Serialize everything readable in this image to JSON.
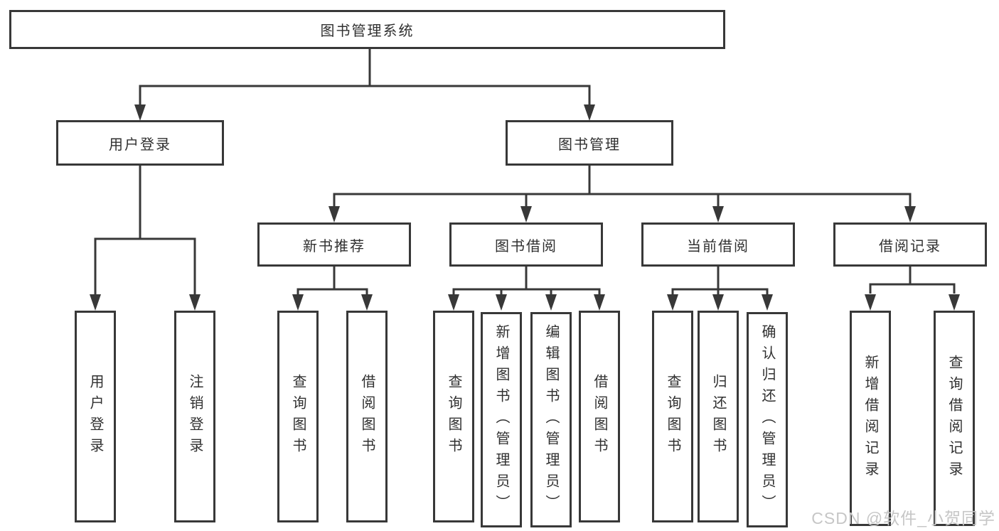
{
  "diagram_title": "图书管理系统",
  "colors": {
    "line": "#383838",
    "box_border": "#383838",
    "text": "#303030",
    "watermark": "#c6c6c6",
    "background": "#ffffff"
  },
  "tree": {
    "root": {
      "label": "图书管理系统",
      "children": [
        {
          "label": "用户登录",
          "children": [
            {
              "label": "用户登录"
            },
            {
              "label": "注销登录"
            }
          ]
        },
        {
          "label": "图书管理",
          "children": [
            {
              "label": "新书推荐",
              "children": [
                {
                  "label": "查询图书"
                },
                {
                  "label": "借阅图书"
                }
              ]
            },
            {
              "label": "图书借阅",
              "children": [
                {
                  "label": "查询图书"
                },
                {
                  "label": "新增图书（管理员）"
                },
                {
                  "label": "编辑图书（管理员）"
                },
                {
                  "label": "借阅图书"
                }
              ]
            },
            {
              "label": "当前借阅",
              "children": [
                {
                  "label": "查询图书"
                },
                {
                  "label": "归还图书"
                },
                {
                  "label": "确认归还（管理员）"
                }
              ]
            },
            {
              "label": "借阅记录",
              "children": [
                {
                  "label": "新增借阅记录"
                },
                {
                  "label": "查询借阅记录"
                }
              ]
            }
          ]
        }
      ]
    }
  },
  "watermark": {
    "text": "CSDN @软件_小贺同学"
  }
}
